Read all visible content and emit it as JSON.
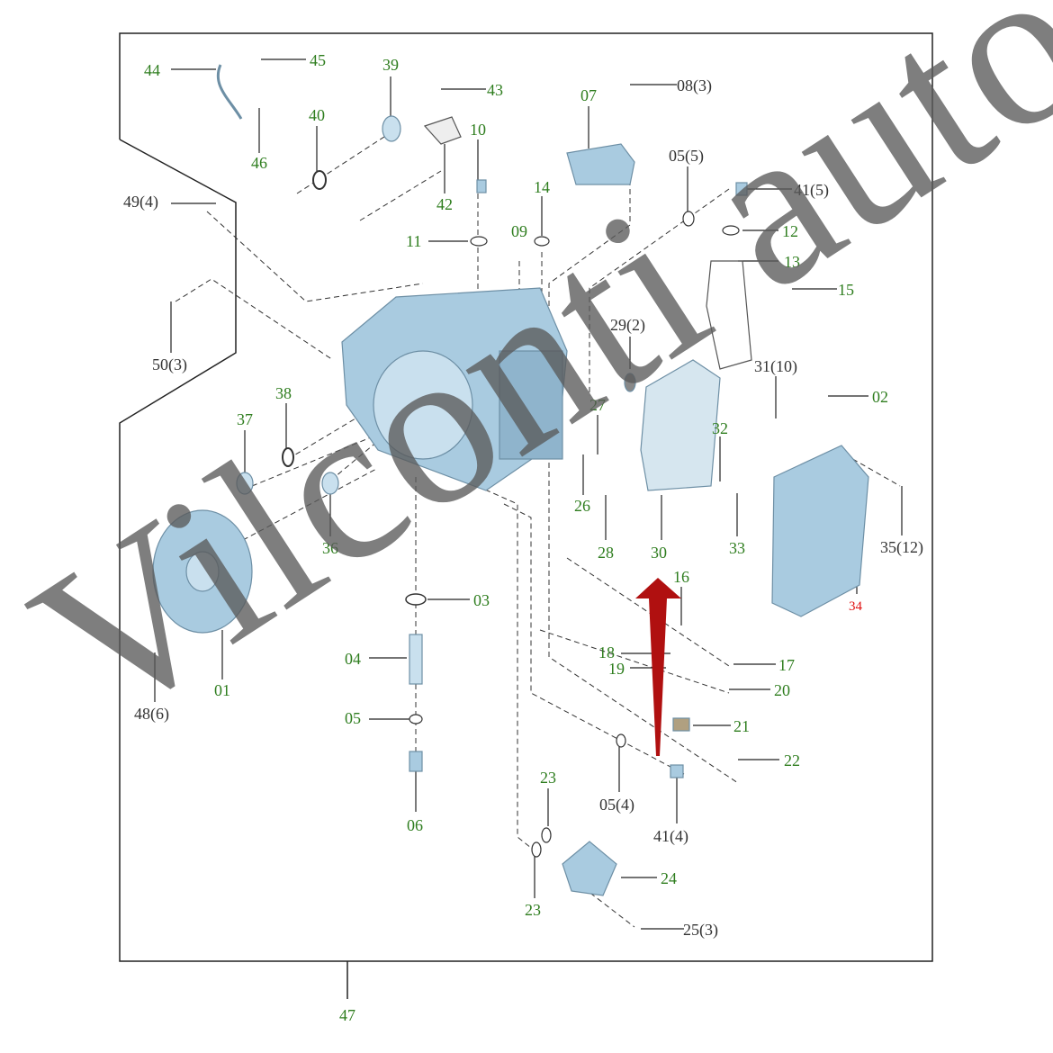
{
  "diagram": {
    "labels": [
      "44",
      "45",
      "46",
      "39",
      "40",
      "43",
      "42",
      "10",
      "07",
      "08(3)",
      "05(5)",
      "41(5)",
      "12",
      "13",
      "15",
      "49(4)",
      "11",
      "09",
      "14",
      "29(2)",
      "31(10)",
      "02",
      "50(3)",
      "38",
      "37",
      "27",
      "32",
      "26",
      "28",
      "30",
      "33",
      "35(12)",
      "34",
      "36",
      "16",
      "03",
      "17",
      "18",
      "19",
      "20",
      "04",
      "01",
      "48(6)",
      "05",
      "21",
      "22",
      "05(4)",
      "41(4)",
      "06",
      "23",
      "23",
      "24",
      "25(3)",
      "47"
    ],
    "watermark": "Vilconti auto",
    "colors": {
      "label": "#2e7d1e",
      "highlight": "#e01010",
      "part": "#a9cbe0",
      "arrow": "#b01010"
    }
  }
}
